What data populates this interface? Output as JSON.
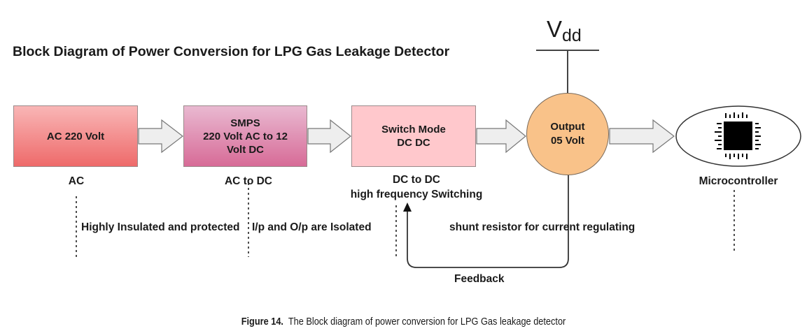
{
  "diagram": {
    "title": "Block Diagram of Power Conversion for LPG Gas Leakage Detector",
    "supply_label": "V",
    "supply_subscript": "dd",
    "blocks": [
      {
        "id": "ac-source",
        "lines": [
          "AC 220 Volt"
        ],
        "caption": "AC",
        "fill": "#f08080"
      },
      {
        "id": "smps",
        "lines": [
          "SMPS",
          "220 Volt AC to 12",
          "Volt DC"
        ],
        "caption": "AC to DC",
        "fill": "#e08fb3"
      },
      {
        "id": "switch-mode",
        "lines": [
          "Switch Mode",
          "DC DC"
        ],
        "caption_lines": [
          "DC to DC",
          "high frequency Switching"
        ],
        "fill": "#ffc8cc"
      },
      {
        "id": "output",
        "lines": [
          "Output",
          "05 Volt"
        ],
        "fill": "#f9c289"
      },
      {
        "id": "microcontroller",
        "caption": "Microcontroller",
        "icon": "chip-icon"
      }
    ],
    "notes": {
      "insulated": "Highly Insulated and protected",
      "isolated": "I/p and O/p are Isolated",
      "shunt": "shunt resistor for current regulating",
      "feedback": "Feedback"
    }
  },
  "caption": {
    "label": "Figure 14.",
    "text": "The Block diagram of power conversion for LPG Gas leakage detector"
  }
}
